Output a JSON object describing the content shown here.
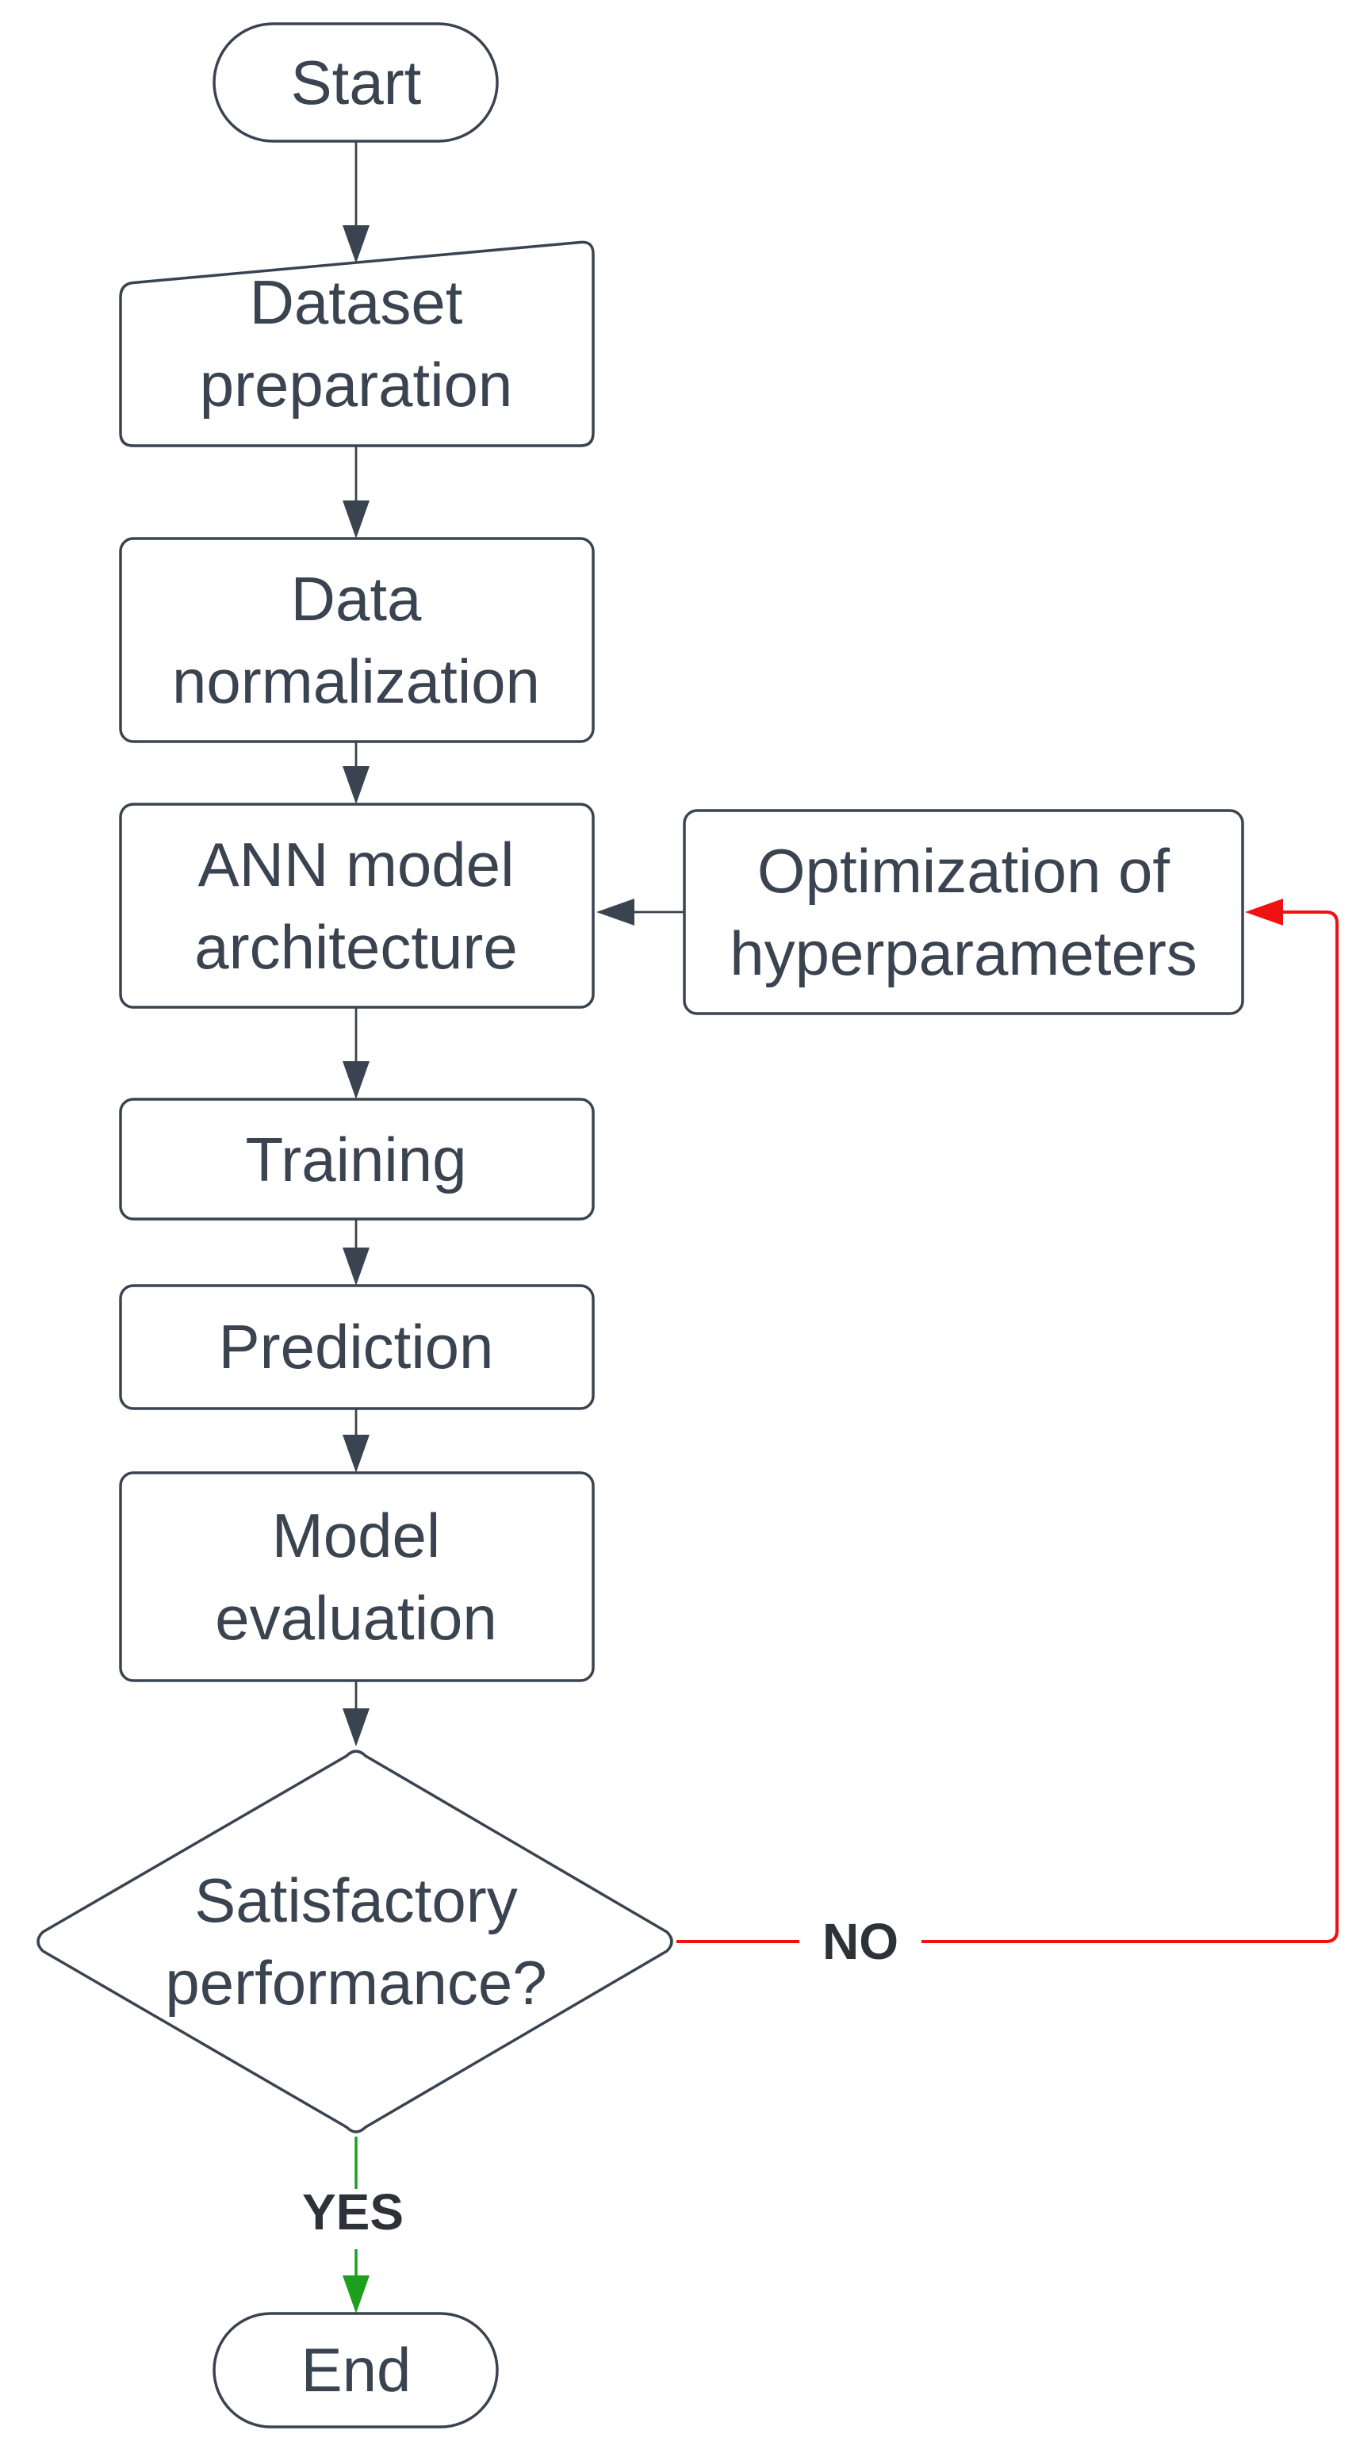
{
  "diagram": {
    "type": "flowchart",
    "background": "#ffffff",
    "nodes": [
      {
        "id": "start",
        "shape": "terminator",
        "label": "Start",
        "lines": [
          "Start"
        ]
      },
      {
        "id": "dataset-preparation",
        "shape": "manual-input",
        "label": "Dataset preparation",
        "lines": [
          "Dataset",
          "preparation"
        ]
      },
      {
        "id": "data-normalization",
        "shape": "process",
        "label": "Data normalization",
        "lines": [
          "Data",
          "normalization"
        ]
      },
      {
        "id": "ann-model-architecture",
        "shape": "process",
        "label": "ANN model architecture",
        "lines": [
          "ANN model",
          "architecture"
        ]
      },
      {
        "id": "optimization-of-hyperparameters",
        "shape": "process",
        "label": "Optimization of hyperparameters",
        "lines": [
          "Optimization of",
          "hyperparameters"
        ]
      },
      {
        "id": "training",
        "shape": "process",
        "label": "Training",
        "lines": [
          "Training"
        ]
      },
      {
        "id": "prediction",
        "shape": "process",
        "label": "Prediction",
        "lines": [
          "Prediction"
        ]
      },
      {
        "id": "model-evaluation",
        "shape": "process",
        "label": "Model evaluation",
        "lines": [
          "Model",
          "evaluation"
        ]
      },
      {
        "id": "satisfactory-performance",
        "shape": "decision",
        "label": "Satisfactory performance?",
        "lines": [
          "Satisfactory",
          "performance?"
        ]
      },
      {
        "id": "end",
        "shape": "terminator",
        "label": "End",
        "lines": [
          "End"
        ]
      }
    ],
    "edges": [
      {
        "from": "start",
        "to": "dataset-preparation",
        "label": "",
        "color": "dark"
      },
      {
        "from": "dataset-preparation",
        "to": "data-normalization",
        "label": "",
        "color": "dark"
      },
      {
        "from": "data-normalization",
        "to": "ann-model-architecture",
        "label": "",
        "color": "dark"
      },
      {
        "from": "ann-model-architecture",
        "to": "training",
        "label": "",
        "color": "dark"
      },
      {
        "from": "training",
        "to": "prediction",
        "label": "",
        "color": "dark"
      },
      {
        "from": "prediction",
        "to": "model-evaluation",
        "label": "",
        "color": "dark"
      },
      {
        "from": "model-evaluation",
        "to": "satisfactory-performance",
        "label": "",
        "color": "dark"
      },
      {
        "from": "optimization-of-hyperparameters",
        "to": "ann-model-architecture",
        "label": "",
        "color": "dark"
      },
      {
        "from": "satisfactory-performance",
        "to": "optimization-of-hyperparameters",
        "label": "NO",
        "color": "red"
      },
      {
        "from": "satisfactory-performance",
        "to": "end",
        "label": "YES",
        "color": "green"
      }
    ]
  },
  "colors": {
    "stroke": "#3a4350",
    "text": "#3a4350",
    "label_text": "#2d3238",
    "no_path": "#f01212",
    "yes_path": "#1ea01e",
    "background": "#ffffff"
  }
}
